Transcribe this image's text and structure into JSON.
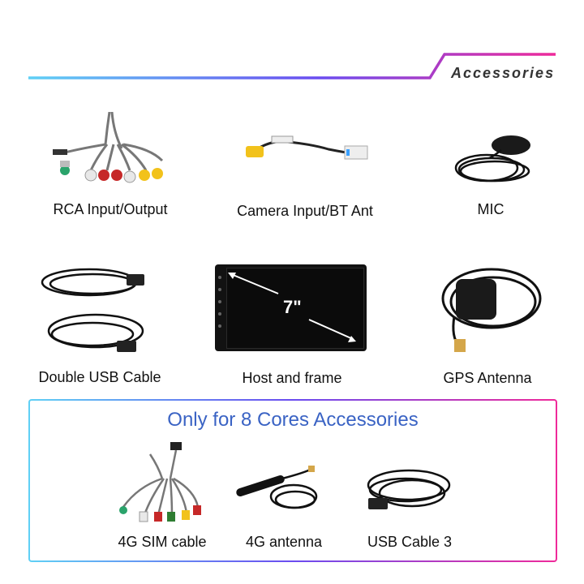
{
  "header": {
    "title": "Accessories",
    "gradient": [
      "#5fd0f5",
      "#6a4cf0",
      "#ef2a9a"
    ]
  },
  "items": [
    {
      "label": "RCA Input/Output",
      "icon": "rca-cable-icon"
    },
    {
      "label": "Camera Input/BT Ant",
      "icon": "camera-cable-icon"
    },
    {
      "label": "MIC",
      "icon": "microphone-icon"
    },
    {
      "label": "Double USB Cable",
      "icon": "usb-cable-icon"
    },
    {
      "label": "Host and frame",
      "icon": "head-unit-icon"
    },
    {
      "label": "GPS Antenna",
      "icon": "gps-antenna-icon"
    }
  ],
  "screen": {
    "size": "7\""
  },
  "optional": {
    "title": "Only for 8 Cores Accessories",
    "title_color": "#3a63c4",
    "items": [
      {
        "label": "4G SIM cable",
        "icon": "sim-cable-icon"
      },
      {
        "label": "4G antenna",
        "icon": "4g-antenna-icon"
      },
      {
        "label": "USB Cable 3",
        "icon": "usb-cable-3-icon"
      }
    ]
  }
}
